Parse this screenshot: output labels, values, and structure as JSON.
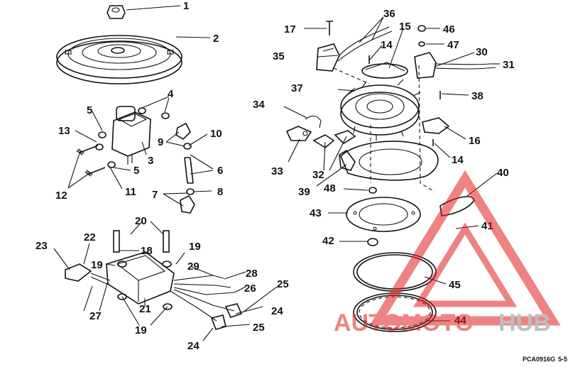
{
  "diagram": {
    "callouts": [
      "1",
      "2",
      "3",
      "4",
      "5",
      "5",
      "6",
      "7",
      "8",
      "9",
      "10",
      "11",
      "12",
      "13",
      "14",
      "14",
      "15",
      "16",
      "17",
      "18",
      "19",
      "19",
      "19",
      "20",
      "21",
      "22",
      "23",
      "24",
      "24",
      "25",
      "25",
      "26",
      "27",
      "28",
      "29",
      "30",
      "31",
      "32",
      "33",
      "34",
      "35",
      "36",
      "37",
      "38",
      "39",
      "40",
      "41",
      "42",
      "43",
      "44",
      "45",
      "46",
      "47",
      "48"
    ],
    "figure_code": "PCA0916G",
    "page_ref": "5-5"
  },
  "watermark": {
    "text_left": "AUTOMOTO",
    "text_right": "HUB",
    "colors": {
      "red": "#e0201c",
      "gray": "#8a8a8a"
    }
  }
}
